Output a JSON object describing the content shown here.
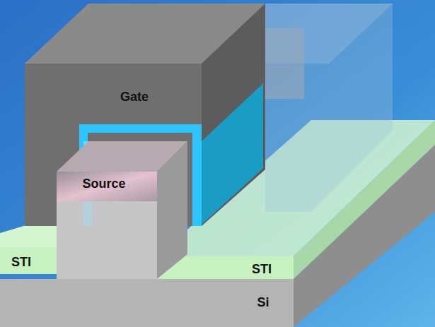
{
  "diagram": {
    "labels": [
      "Gate",
      "Source",
      "STI",
      "STI",
      "Si"
    ]
  }
}
